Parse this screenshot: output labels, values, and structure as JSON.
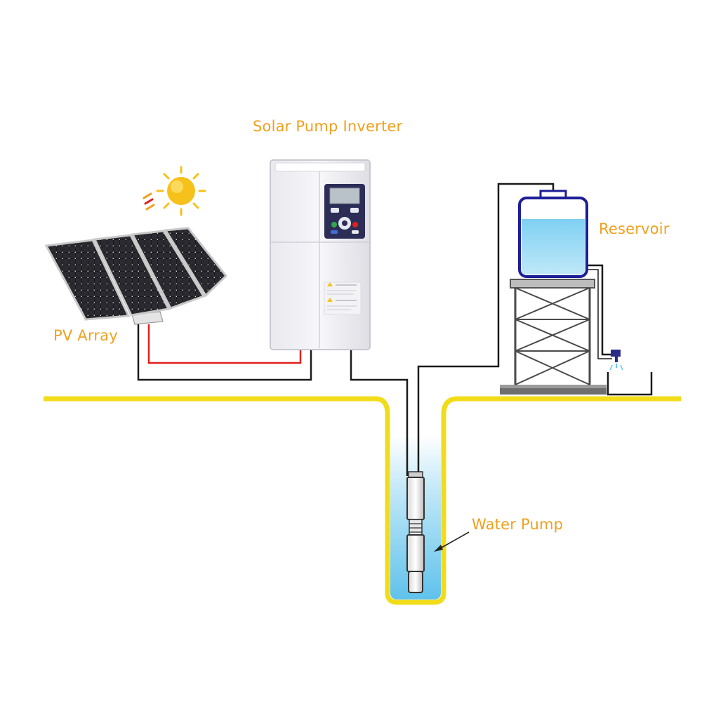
{
  "labels": {
    "inverter": "Solar Pump Inverter",
    "pv_array": "PV Array",
    "reservoir": "Reservoir",
    "water_pump": "Water Pump"
  },
  "colors": {
    "ground": "#f2dc1a",
    "label": "#f0a01e",
    "water": "#8fd4f0",
    "tank_outline": "#1e1e96",
    "positive_wire": "#e02020",
    "wire": "#1a1a1a",
    "sun": "#f7c11b"
  }
}
